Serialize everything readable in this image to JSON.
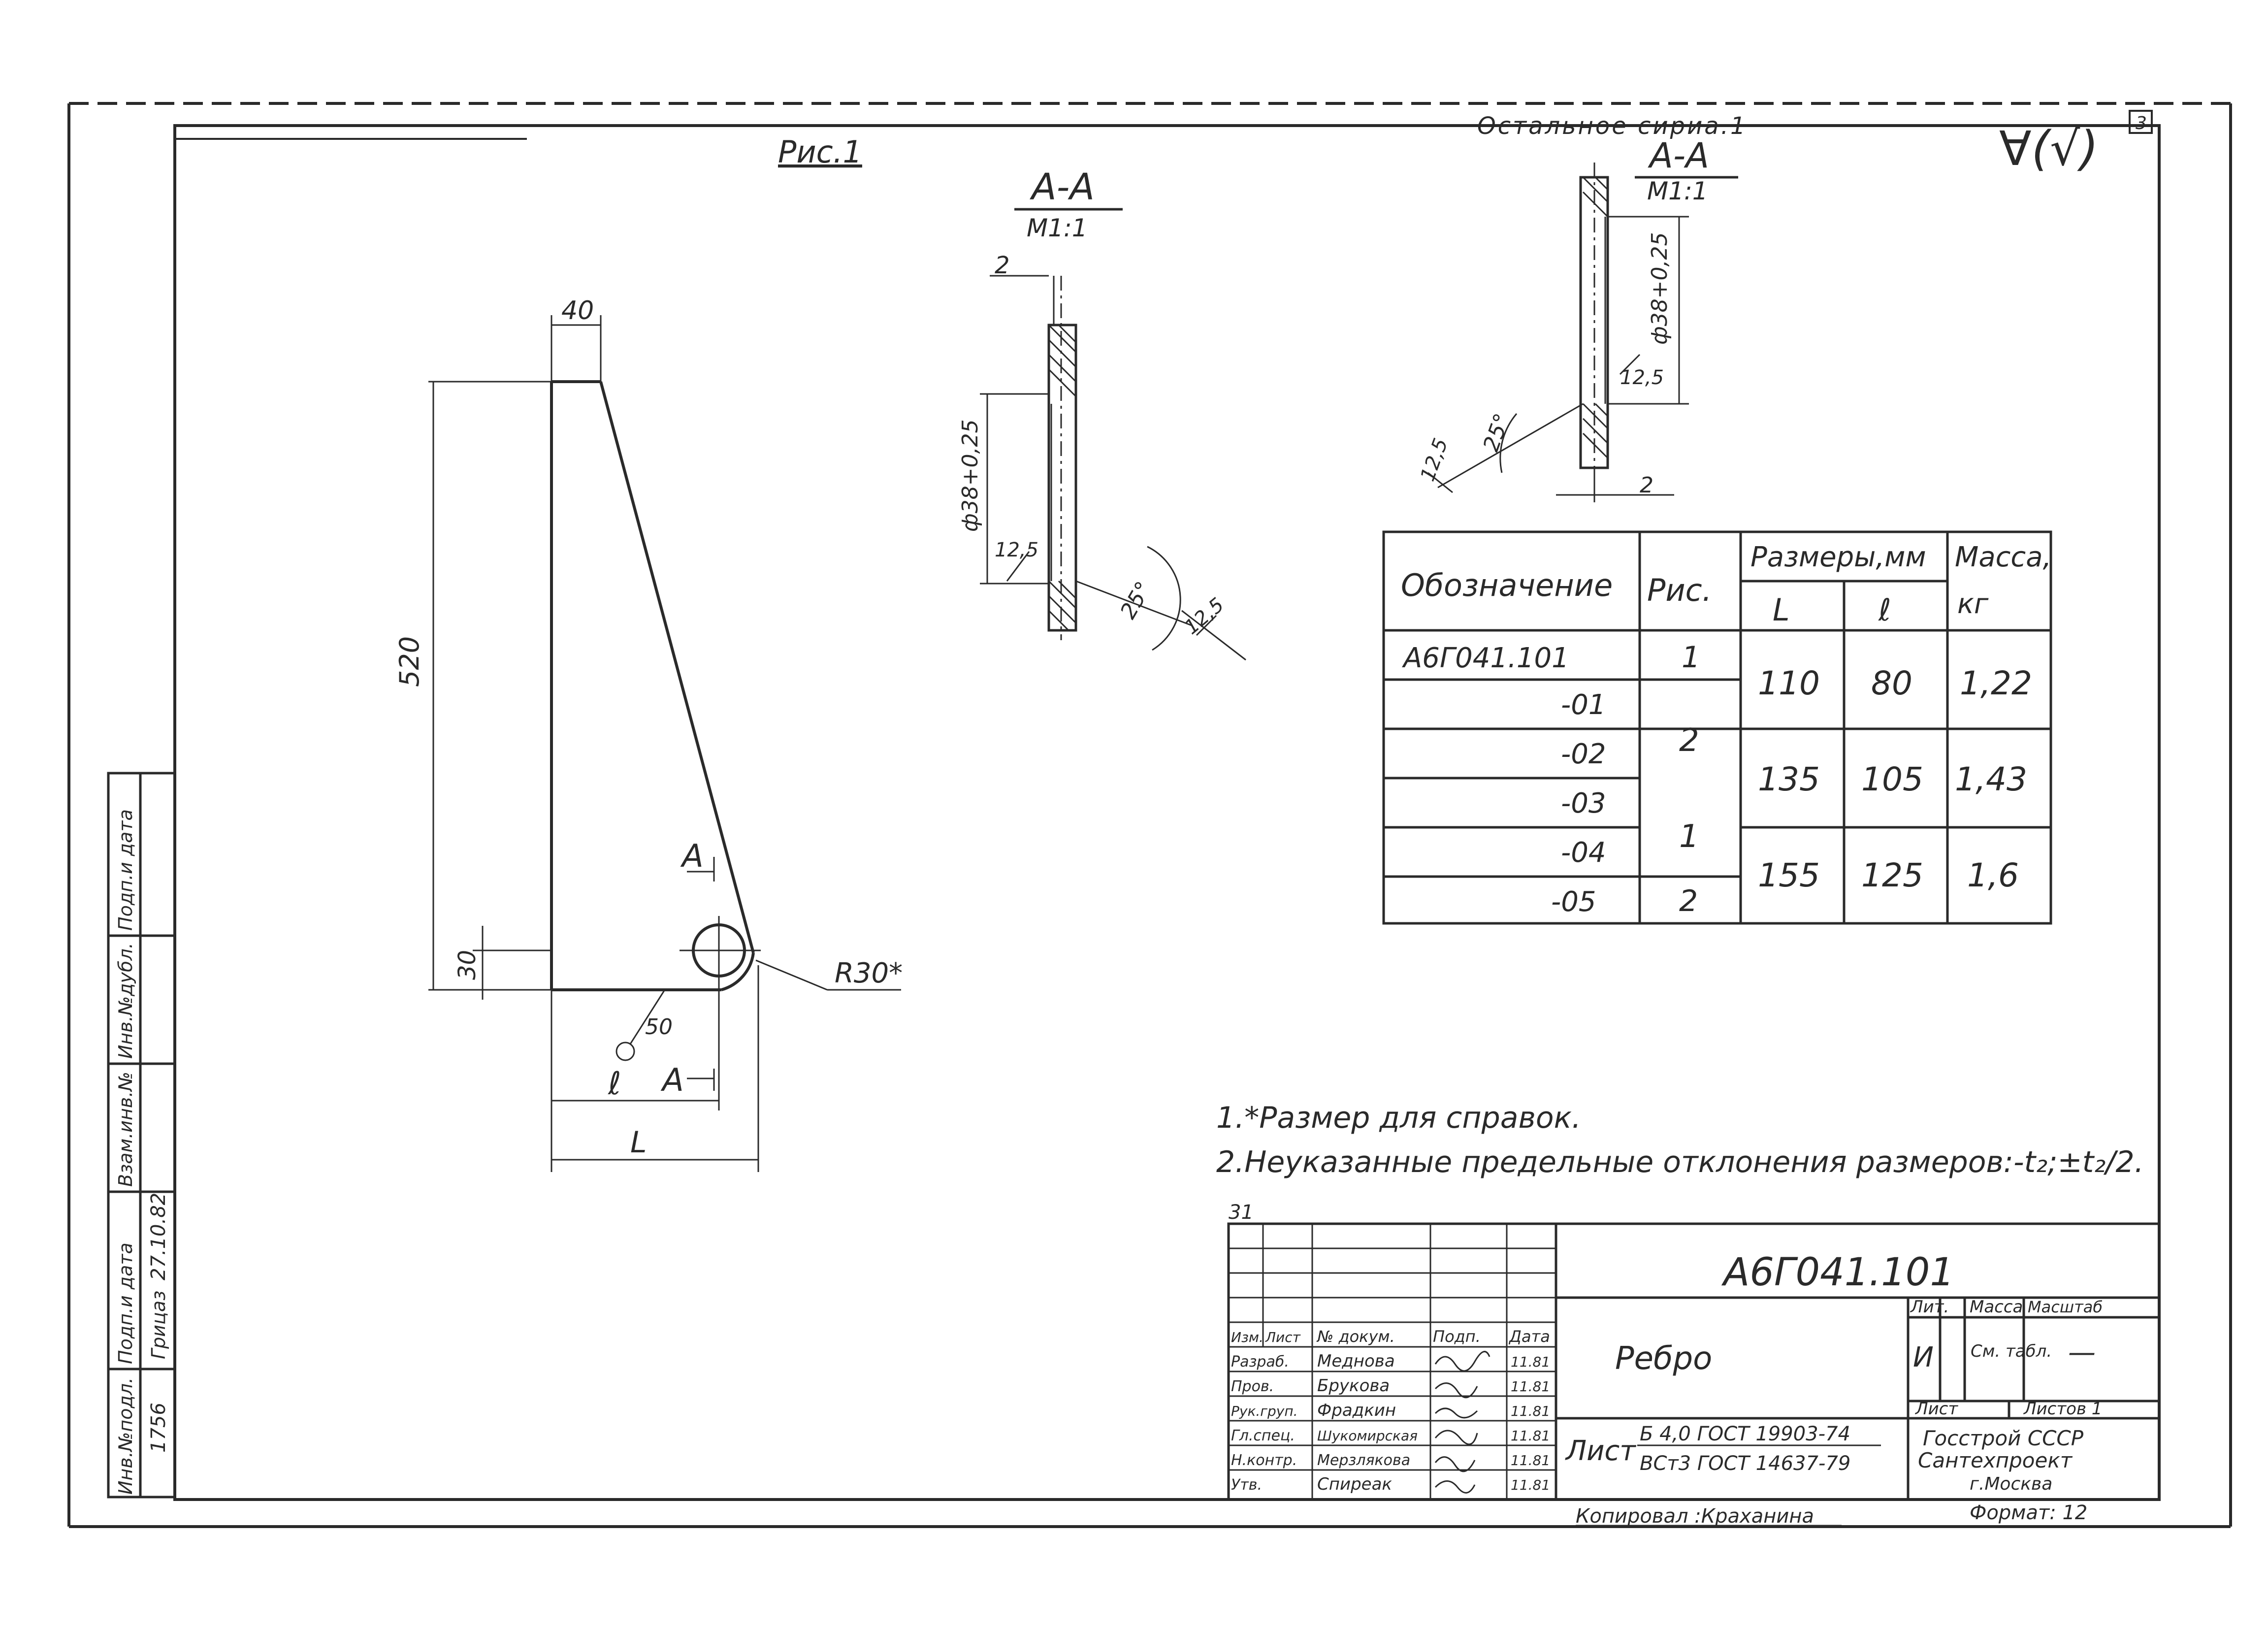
{
  "sheet": {
    "top_note": "Остальное сириа.1",
    "roughness": "∀(√)",
    "sheet_mark": "3",
    "fig_label": "Рис.1"
  },
  "part_view": {
    "dim_top": "40",
    "dim_height": "520",
    "dim_30": "30",
    "dim_50": "50",
    "dim_radius": "R30*",
    "section_mark": "А",
    "dim_l": "ℓ",
    "dim_L": "L"
  },
  "section_left": {
    "title": "А-А",
    "scale": "М1:1",
    "thickness": "2",
    "diameter": "ф38+0,25",
    "rough_side": "12,5",
    "angle": "25°",
    "rough_chamfer": "12,5"
  },
  "section_right": {
    "title": "А-А",
    "scale": "М1:1",
    "diameter": "ф38+0,25",
    "rough_side": "12,5",
    "angle": "25°",
    "rough_chamfer": "12,5",
    "thickness": "2"
  },
  "variants_table": {
    "headers": {
      "designation": "Обозначение",
      "figure": "Рис.",
      "dimensions": "Размеры,мм",
      "L": "L",
      "l": "ℓ",
      "mass": "Масса,",
      "mass_unit": "кг"
    },
    "designations": [
      "А6Г041.101",
      "-01",
      "-02",
      "-03",
      "-04",
      "-05"
    ],
    "figure_cells": [
      "1",
      "2",
      "1",
      "2"
    ],
    "value_groups": [
      {
        "L": "110",
        "l": "80",
        "mass": "1,22"
      },
      {
        "L": "135",
        "l": "105",
        "mass": "1,43"
      },
      {
        "L": "155",
        "l": "125",
        "mass": "1,6"
      }
    ]
  },
  "notes": {
    "note1": "1.*Размер для справок.",
    "note2": "2.Неуказанные предельные отклонения размеров:-t₂;±t₂/2."
  },
  "side_stamp": {
    "labels": [
      "Инв.№подл.",
      "Подп.и дата",
      "Взам.инв.№",
      "Инв.№дубл.",
      "Подп.и дата"
    ],
    "inv_no": "1756",
    "date": "27.10.82",
    "signature": "Грицаз"
  },
  "title_block": {
    "small_mark": "31",
    "doc_code": "А6Г041.101",
    "part_name": "Ребро",
    "header_cells": [
      "Изм.",
      "Лист",
      "№ докум.",
      "Подп.",
      "Дата"
    ],
    "roles": [
      "Разраб.",
      "Пров.",
      "Рук.груп.",
      "Гл.спец.",
      "Н.контр.",
      "Утв."
    ],
    "names": [
      "Меднова",
      "Брукова",
      "Фрадкин",
      "Шукомирская",
      "Мерзлякова",
      "Спиреак"
    ],
    "dates": [
      "11.81",
      "11.81",
      "11.81",
      "11.81",
      "11.81",
      "11.81"
    ],
    "lit_header": "Лит.",
    "mass_header": "Масса",
    "scale_header": "Масштаб",
    "lit_value": "И",
    "mass_value": "См. табл.",
    "scale_value": "—",
    "sheet_label": "Лист",
    "sheets_label": "Листов 1",
    "material_prefix": "Лист",
    "material_top": "Б 4,0 ГОСТ 19903-74",
    "material_bottom": "ВСт3 ГОСТ 14637-79",
    "org_line1": "Госстрой СССР",
    "org_line2": "Сантехпроект",
    "org_line3": "г.Москва",
    "copied": "Копировал :Краханина",
    "format": "Формат: 12"
  }
}
